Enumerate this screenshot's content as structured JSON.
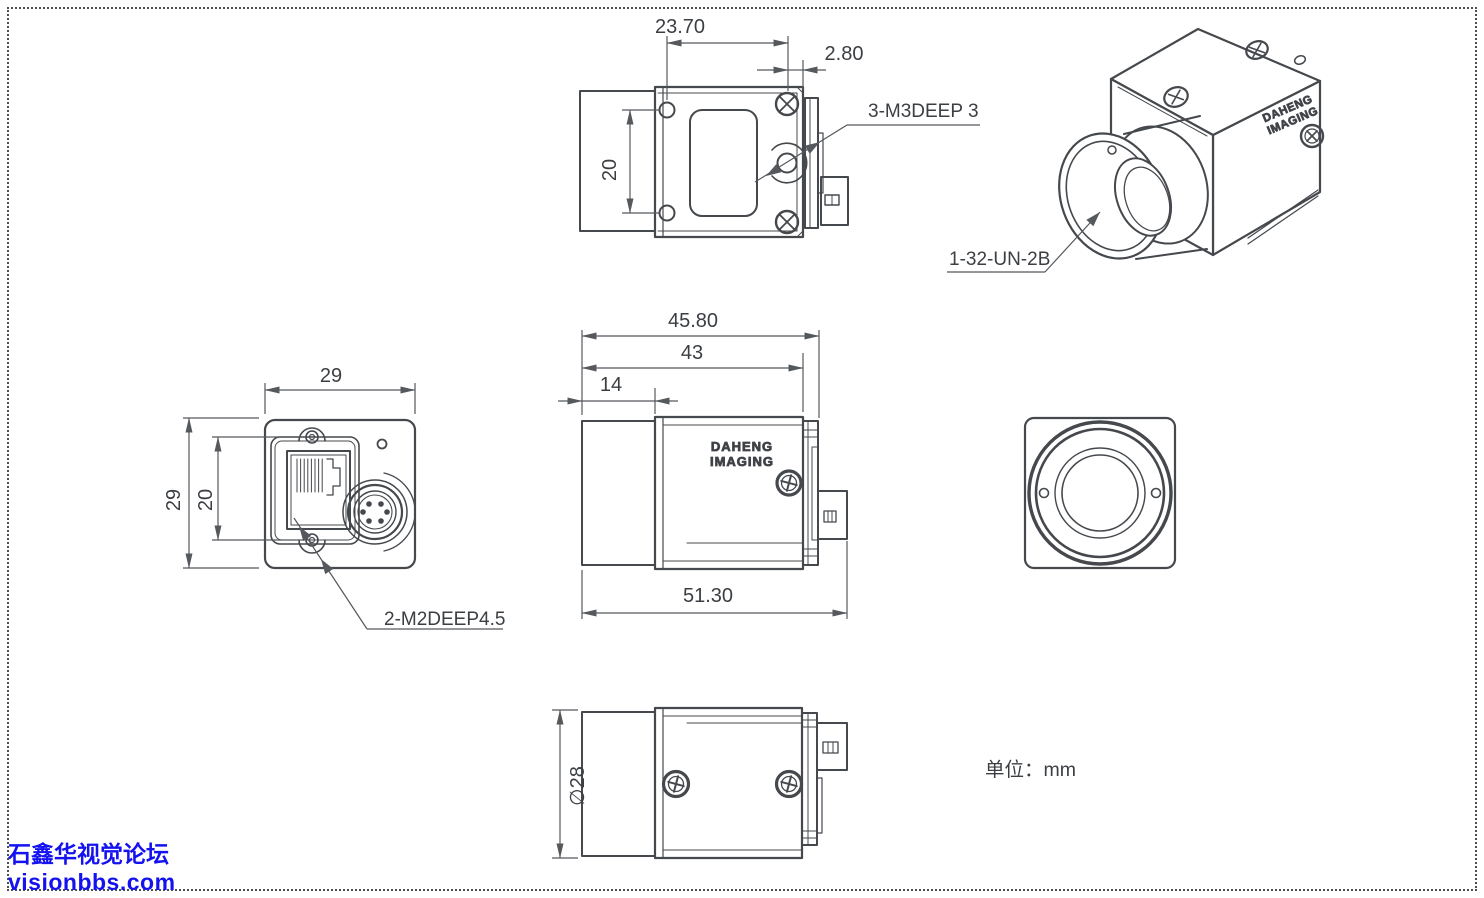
{
  "colors": {
    "line": "#45484c",
    "dim": "#55585c",
    "text": "#3b3e42",
    "watermark_blue": "#1512f0"
  },
  "logo": {
    "line1": "DAHENG",
    "line2": "IMAGING"
  },
  "top_view": {
    "dim_hole_pitch_h": "23.70",
    "dim_edge_offset": "2.80",
    "dim_hole_pitch_v": "20",
    "callout_thread": "3-M3DEEP 3"
  },
  "perspective_view": {
    "callout_mount_thread": "1-32-UN-2B"
  },
  "back_view": {
    "dim_width": "29",
    "dim_height": "29",
    "dim_screw_pitch": "20",
    "callout_thread": "2-M2DEEP4.5"
  },
  "side_view": {
    "dim_body_with_plate": "45.80",
    "dim_body": "43",
    "dim_lens_mount": "14",
    "dim_overall": "51.30"
  },
  "bottom_view": {
    "dim_lens_diameter": "∅28"
  },
  "note": {
    "unit_label": "单位：mm"
  },
  "watermark": {
    "line1": "石鑫华视觉论坛",
    "line2": "visionbbs.com"
  }
}
